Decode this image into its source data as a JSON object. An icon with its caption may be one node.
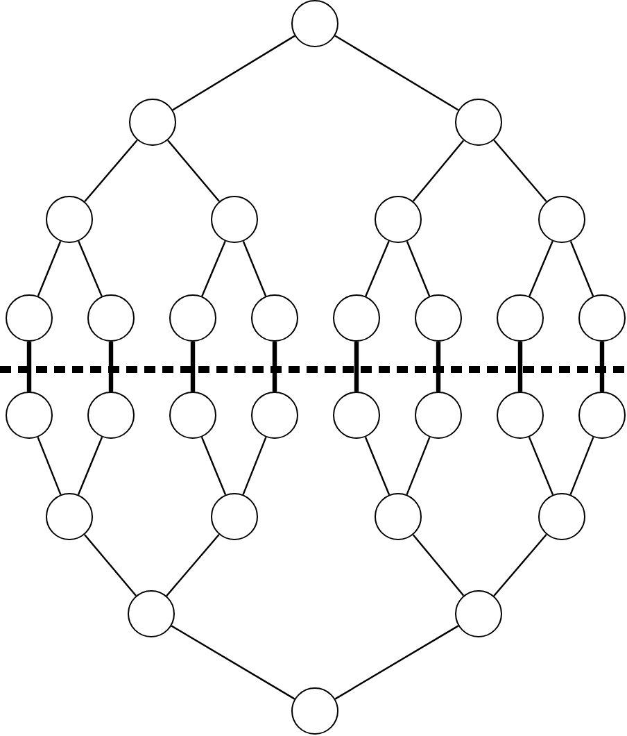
{
  "diagram": {
    "nodes": [
      {
        "text": [],
        "shape": "circle"
      },
      {
        "text": [],
        "shape": "circle"
      },
      {
        "text": [],
        "shape": "circle"
      },
      {
        "text": [],
        "shape": "circle"
      },
      {
        "text": [],
        "shape": "circle"
      },
      {
        "text": [],
        "shape": "circle"
      },
      {
        "text": [],
        "shape": "circle"
      },
      {
        "text": [],
        "shape": "circle"
      },
      {
        "text": [],
        "shape": "circle"
      },
      {
        "text": [],
        "shape": "circle"
      },
      {
        "text": [],
        "shape": "circle"
      },
      {
        "text": [],
        "shape": "circle"
      },
      {
        "text": [],
        "shape": "circle"
      },
      {
        "text": [],
        "shape": "circle"
      },
      {
        "text": [],
        "shape": "circle"
      },
      {
        "text": [],
        "shape": "circle"
      },
      {
        "text": [],
        "shape": "circle"
      },
      {
        "text": [],
        "shape": "circle"
      },
      {
        "text": [],
        "shape": "circle"
      },
      {
        "text": [],
        "shape": "circle"
      },
      {
        "text": [],
        "shape": "circle"
      },
      {
        "text": [],
        "shape": "circle"
      },
      {
        "text": [],
        "shape": "circle"
      },
      {
        "text": [],
        "shape": "circle"
      },
      {
        "text": [],
        "shape": "circle"
      },
      {
        "text": [],
        "shape": "circle"
      },
      {
        "text": [],
        "shape": "circle"
      },
      {
        "text": [],
        "shape": "circle"
      },
      {
        "text": [],
        "shape": "circle"
      },
      {
        "text": [],
        "shape": "circle"
      }
    ],
    "edges": [
      {
        "from": 0,
        "to": 1,
        "arrow": "none"
      },
      {
        "from": 0,
        "to": 2,
        "arrow": "none"
      },
      {
        "from": 1,
        "to": 3,
        "arrow": "none"
      },
      {
        "from": 1,
        "to": 4,
        "arrow": "none"
      },
      {
        "from": 2,
        "to": 5,
        "arrow": "none"
      },
      {
        "from": 2,
        "to": 6,
        "arrow": "none"
      },
      {
        "from": 3,
        "to": 7,
        "arrow": "none"
      },
      {
        "from": 3,
        "to": 8,
        "arrow": "none"
      },
      {
        "from": 4,
        "to": 9,
        "arrow": "none"
      },
      {
        "from": 4,
        "to": 10,
        "arrow": "none"
      },
      {
        "from": 5,
        "to": 11,
        "arrow": "none"
      },
      {
        "from": 5,
        "to": 12,
        "arrow": "none"
      },
      {
        "from": 6,
        "to": 13,
        "arrow": "none"
      },
      {
        "from": 6,
        "to": 14,
        "arrow": "none"
      },
      {
        "from": 7,
        "to": 15,
        "arrow": "none",
        "style": "thick"
      },
      {
        "from": 8,
        "to": 16,
        "arrow": "none",
        "style": "thick"
      },
      {
        "from": 9,
        "to": 17,
        "arrow": "none",
        "style": "thick"
      },
      {
        "from": 10,
        "to": 18,
        "arrow": "none",
        "style": "thick"
      },
      {
        "from": 11,
        "to": 19,
        "arrow": "none",
        "style": "thick"
      },
      {
        "from": 12,
        "to": 20,
        "arrow": "none",
        "style": "thick"
      },
      {
        "from": 13,
        "to": 21,
        "arrow": "none",
        "style": "thick"
      },
      {
        "from": 14,
        "to": 22,
        "arrow": "none",
        "style": "thick"
      },
      {
        "from": 15,
        "to": 23,
        "arrow": "none"
      },
      {
        "from": 16,
        "to": 23,
        "arrow": "none"
      },
      {
        "from": 17,
        "to": 24,
        "arrow": "none"
      },
      {
        "from": 18,
        "to": 24,
        "arrow": "none"
      },
      {
        "from": 19,
        "to": 25,
        "arrow": "none"
      },
      {
        "from": 20,
        "to": 25,
        "arrow": "none"
      },
      {
        "from": 21,
        "to": 26,
        "arrow": "none"
      },
      {
        "from": 22,
        "to": 26,
        "arrow": "none"
      },
      {
        "from": 23,
        "to": 27,
        "arrow": "none"
      },
      {
        "from": 24,
        "to": 27,
        "arrow": "none"
      },
      {
        "from": 25,
        "to": 28,
        "arrow": "none"
      },
      {
        "from": 26,
        "to": 28,
        "arrow": "none"
      },
      {
        "from": 27,
        "to": 29,
        "arrow": "none"
      },
      {
        "from": 28,
        "to": 29,
        "arrow": "none"
      }
    ]
  }
}
